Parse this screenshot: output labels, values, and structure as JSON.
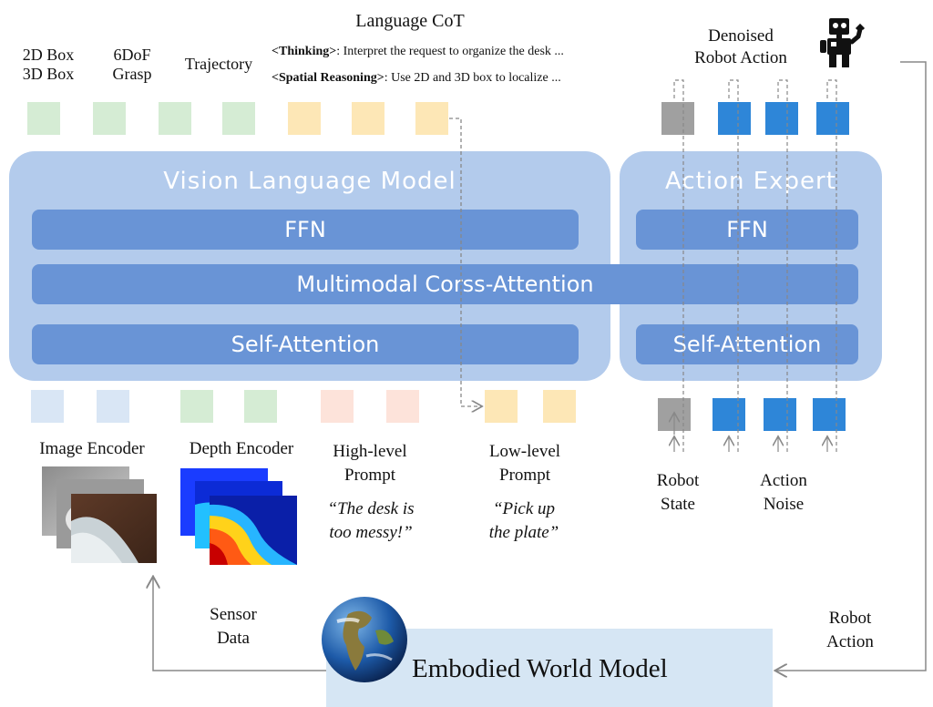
{
  "top": {
    "box_label": "2D Box\n3D Box",
    "grasp_label": "6DoF\nGrasp",
    "trajectory_label": "Trajectory",
    "cot_title": "Language CoT",
    "cot_line1_tag": "<Thinking>",
    "cot_line1_text": ": Interpret the request to organize the desk ...",
    "cot_line2_tag": "<Spatial Reasoning>",
    "cot_line2_text": ": Use 2D and 3D box to localize ...",
    "denoised_label": "Denoised\nRobot Action"
  },
  "vlm": {
    "title": "Vision Language Model",
    "ffn": "FFN",
    "cross": "Multimodal Corss-Attention",
    "self": "Self-Attention"
  },
  "expert": {
    "title": "Action Expert",
    "ffn": "FFN",
    "self": "Self-Attention"
  },
  "bottom": {
    "image_encoder": "Image Encoder",
    "depth_encoder": "Depth Encoder",
    "high_level": "High-level\nPrompt",
    "high_quote": "“The desk is\ntoo messy!”",
    "low_level": "Low-level\nPrompt",
    "low_quote": "“Pick up\nthe plate”",
    "robot_state": "Robot\nState",
    "action_noise": "Action\nNoise"
  },
  "world": {
    "title": "Embodied World Model",
    "sensor": "Sensor\nData",
    "robot_action": "Robot\nAction"
  },
  "colors": {
    "green_token": "#d5ecd4",
    "yellow_token": "#fde7b6",
    "blue_light_token": "#d9e6f5",
    "pink_token": "#fde3da",
    "gray_token": "#a0a0a0",
    "action_token": "#2e86d8",
    "panel": "#b3cbec",
    "bar": "#6994d6",
    "world_box": "#d6e6f4"
  },
  "icons": [
    "robot-icon",
    "globe-icon"
  ]
}
